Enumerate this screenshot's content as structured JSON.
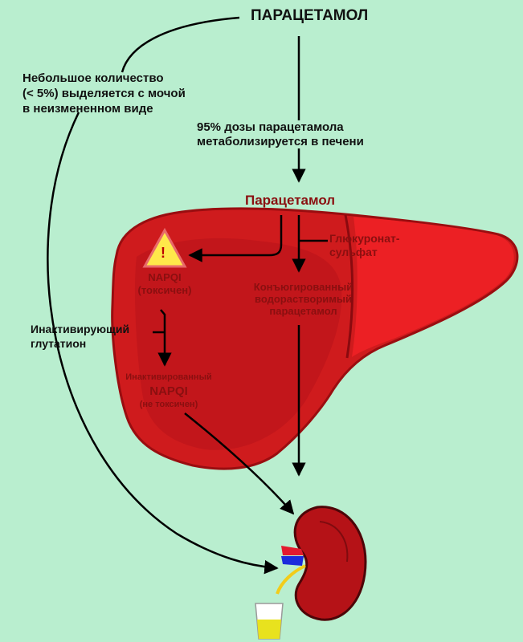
{
  "title": "ПАРАЦЕТАМОЛ",
  "urine_note": {
    "line1": "Небольшое количество",
    "line2": "(< 5%) выделяется с мочой",
    "line3": "в неизмененном виде"
  },
  "liver_note": {
    "line1": "95% дозы парацетамола",
    "line2": "метаболизируется в печени"
  },
  "liver_paracetamol": "Парацетамол",
  "glucuronate": {
    "line1": "Глюкуронат-",
    "line2": "сульфат"
  },
  "napqi": {
    "warning_symbol": "!",
    "line1": "NAPQI",
    "line2": "(токсичен)"
  },
  "conjugated": {
    "line1": "Конъюгированный",
    "line2": "водорастворимый",
    "line3": "парацетамол"
  },
  "glutathione": {
    "line1": "Инактивирующий",
    "line2": "глутатион"
  },
  "inactivated": {
    "line1": "Инактивированный",
    "line2": "NAPQI",
    "line3": "(не токсичен)"
  },
  "colors": {
    "background": "#b9eecf",
    "liver": "#d01a1c",
    "liver_dark": "#a90f12",
    "liver_light": "#f02024",
    "kidney": "#b51217",
    "warning": "#ffe84a",
    "urine": "#e8e21e"
  },
  "icons": [
    "warning-triangle-icon",
    "kidney-icon",
    "urine-cup-icon"
  ]
}
